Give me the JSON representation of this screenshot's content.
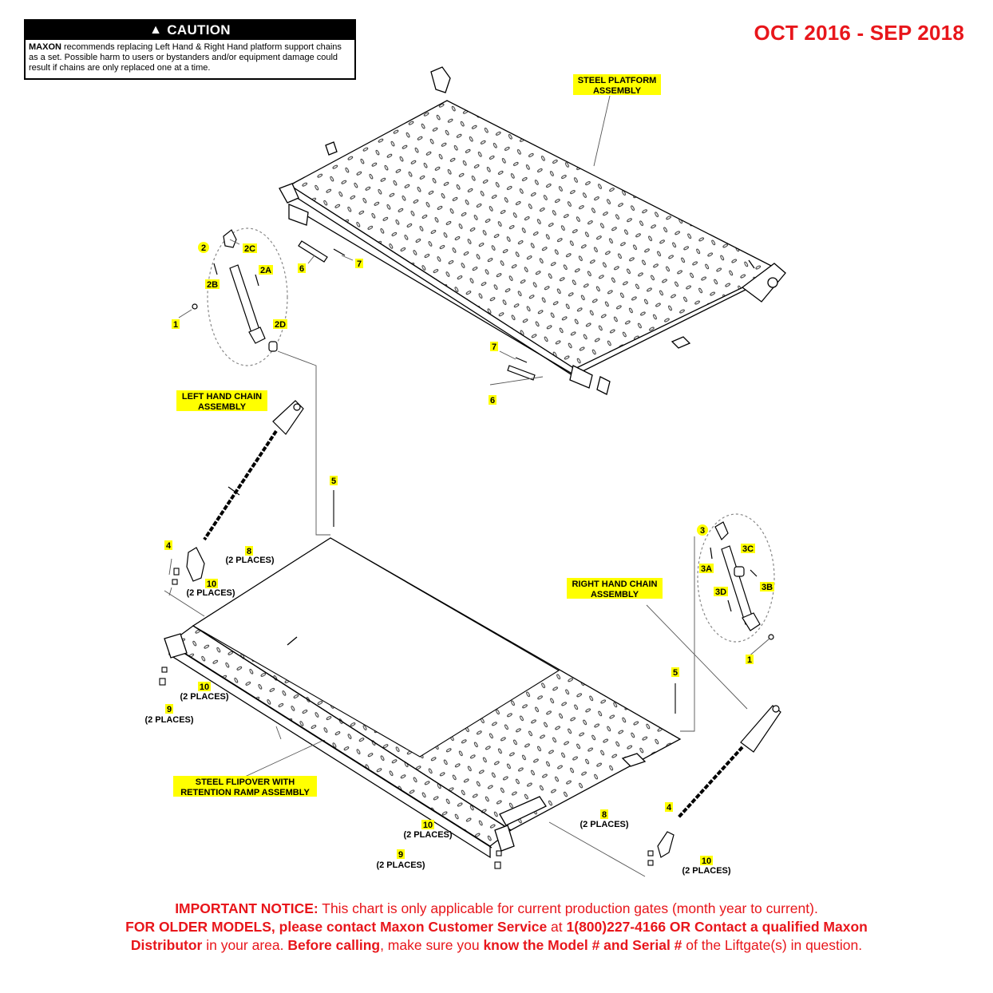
{
  "caution": {
    "title": "CAUTION",
    "brand": "MAXON",
    "text": " recommends replacing Left Hand & Right Hand platform support chains as a set. Possible harm to users or bystanders and/or equipment damage could result if chains are only replaced one at a time."
  },
  "date_range": "OCT 2016 - SEP 2018",
  "assemblies": {
    "steel_platform": [
      "STEEL PLATFORM",
      "ASSEMBLY"
    ],
    "left_chain": [
      "LEFT HAND CHAIN",
      "ASSEMBLY"
    ],
    "right_chain": [
      "RIGHT HAND CHAIN",
      "ASSEMBLY"
    ],
    "flipover": [
      "STEEL FLIPOVER WITH",
      "RETENTION RAMP ASSEMBLY"
    ]
  },
  "callouts": {
    "c2": "2",
    "c2a": "2A",
    "c2b": "2B",
    "c2c": "2C",
    "c2d": "2D",
    "c1_left": "1",
    "c1_right": "1",
    "c3": "3",
    "c3a": "3A",
    "c3b": "3B",
    "c3c": "3C",
    "c3d": "3D",
    "c4_left": "4",
    "c4_right": "4",
    "c5_left": "5",
    "c5_right": "5",
    "c6_top": "6",
    "c6_bottom": "6",
    "c7_top": "7",
    "c7_bottom": "7",
    "c8_left": "8",
    "c8_right": "8",
    "c9_left": "9",
    "c9_bottom": "9",
    "c10_upper": "10",
    "c10_left": "10",
    "c10_bottom": "10",
    "c10_right": "10",
    "places": "(2 PLACES)"
  },
  "notice": {
    "line1_bold": "IMPORTANT NOTICE:",
    "line1_rest": " This chart is only applicable for current production gates (month year to current).",
    "line2_bold1": "FOR OLDER MODELS, please contact Maxon Customer Service",
    "line2_mid": " at ",
    "line2_bold2": "1(800)227-4166 OR Contact a qualified Maxon",
    "line3_bold1": "Distributor",
    "line3_mid1": " in your area. ",
    "line3_bold2": "Before calling",
    "line3_mid2": ", make sure you ",
    "line3_bold3": "know the Model # and Serial #",
    "line3_end": " of the Liftgate(s) in question."
  },
  "colors": {
    "accent_red": "#e8161b",
    "highlight": "#ffff00",
    "line": "#000000"
  }
}
